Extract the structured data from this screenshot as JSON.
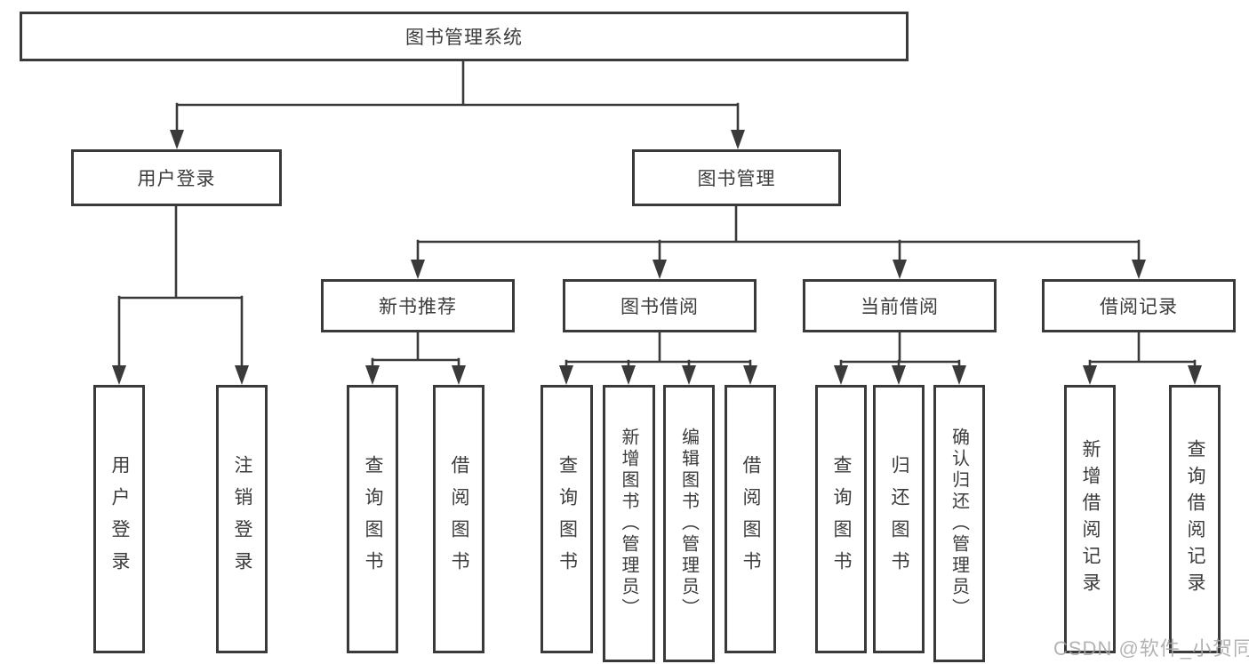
{
  "tree": {
    "root": "图书管理系统",
    "children": [
      {
        "label": "用户登录",
        "children": [
          "用户登录",
          "注销登录"
        ]
      },
      {
        "label": "图书管理",
        "children": [
          {
            "label": "新书推荐",
            "children": [
              "查询图书",
              "借阅图书"
            ]
          },
          {
            "label": "图书借阅",
            "children": [
              "查询图书",
              "新增图书（管理员）",
              "编辑图书（管理员）",
              "借阅图书"
            ]
          },
          {
            "label": "当前借阅",
            "children": [
              "查询图书",
              "归还图书",
              "确认归还（管理员）"
            ]
          },
          {
            "label": "借阅记录",
            "children": [
              "新增借阅记录",
              "查询借阅记录"
            ]
          }
        ]
      }
    ]
  },
  "watermark": "CSDN @软件_小贺同学",
  "colors": {
    "line": "#3a3a3a",
    "text": "#3c3c3c",
    "watermark": "#a6a6a6",
    "background": "#ffffff"
  }
}
